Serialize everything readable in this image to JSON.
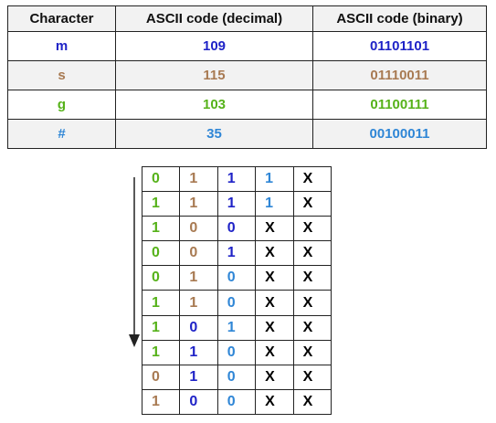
{
  "ascii_table": {
    "headers": [
      "Character",
      "ASCII code (decimal)",
      "ASCII code (binary)"
    ],
    "rows": [
      {
        "character": "m",
        "decimal": "109",
        "binary": "01101101",
        "color": "#1f23c7"
      },
      {
        "character": "s",
        "decimal": "115",
        "binary": "01110011",
        "color": "#a87a52"
      },
      {
        "character": "g",
        "decimal": "103",
        "binary": "01100111",
        "color": "#56b21a"
      },
      {
        "character": "#",
        "decimal": "35",
        "binary": "00100011",
        "color": "#2f86d6"
      }
    ]
  },
  "bits_grid": {
    "rows": [
      [
        "0",
        "1",
        "1",
        "1",
        "X"
      ],
      [
        "1",
        "1",
        "1",
        "1",
        "X"
      ],
      [
        "1",
        "0",
        "0",
        "X",
        "X"
      ],
      [
        "0",
        "0",
        "1",
        "X",
        "X"
      ],
      [
        "0",
        "1",
        "0",
        "X",
        "X"
      ],
      [
        "1",
        "1",
        "0",
        "X",
        "X"
      ],
      [
        "1",
        "0",
        "1",
        "X",
        "X"
      ],
      [
        "1",
        "1",
        "0",
        "X",
        "X"
      ],
      [
        "0",
        "1",
        "0",
        "X",
        "X"
      ],
      [
        "1",
        "0",
        "0",
        "X",
        "X"
      ]
    ],
    "colors": [
      [
        "#56b21a",
        "#a87a52",
        "#1f23c7",
        "#2f86d6",
        "#000000"
      ],
      [
        "#56b21a",
        "#a87a52",
        "#1f23c7",
        "#2f86d6",
        "#000000"
      ],
      [
        "#56b21a",
        "#a87a52",
        "#1f23c7",
        "#000000",
        "#000000"
      ],
      [
        "#56b21a",
        "#a87a52",
        "#1f23c7",
        "#000000",
        "#000000"
      ],
      [
        "#56b21a",
        "#a87a52",
        "#2f86d6",
        "#000000",
        "#000000"
      ],
      [
        "#56b21a",
        "#a87a52",
        "#2f86d6",
        "#000000",
        "#000000"
      ],
      [
        "#56b21a",
        "#1f23c7",
        "#2f86d6",
        "#000000",
        "#000000"
      ],
      [
        "#56b21a",
        "#1f23c7",
        "#2f86d6",
        "#000000",
        "#000000"
      ],
      [
        "#a87a52",
        "#1f23c7",
        "#2f86d6",
        "#000000",
        "#000000"
      ],
      [
        "#a87a52",
        "#1f23c7",
        "#2f86d6",
        "#000000",
        "#000000"
      ]
    ]
  },
  "arrow": {
    "direction": "down",
    "color": "#222222"
  }
}
